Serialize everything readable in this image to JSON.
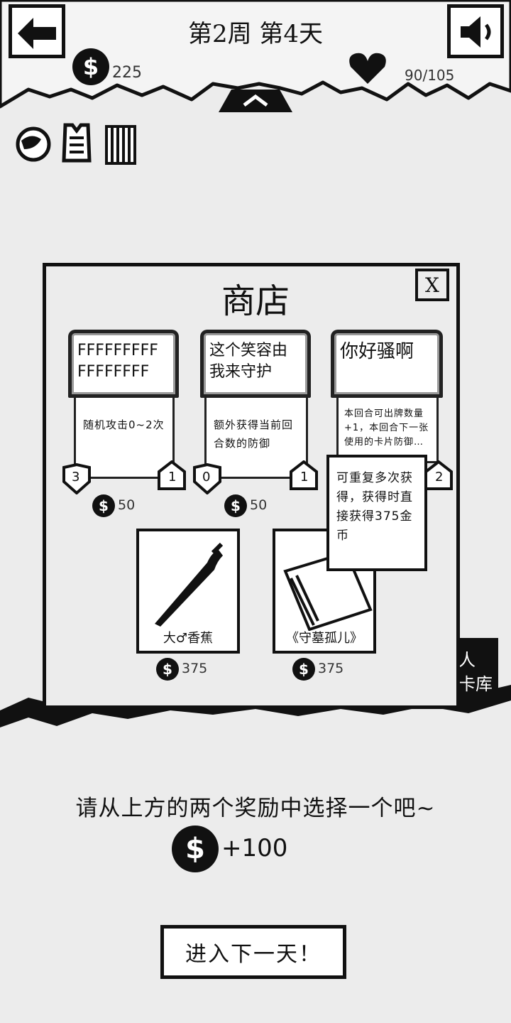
{
  "header": {
    "title": "第2周 第4天"
  },
  "status": {
    "gold": "225",
    "health": "90/105"
  },
  "shop": {
    "title": "商店",
    "close_label": "X",
    "cards": [
      {
        "title": "FFFFFFFFF FFFFFFFF",
        "desc": "随机攻击0~2次",
        "cost": "3",
        "rarity": "1",
        "price": "50"
      },
      {
        "title": "这个笑容由我来守护",
        "desc": "额外获得当前回合数的防御",
        "cost": "0",
        "rarity": "1",
        "price": "50"
      },
      {
        "title": "你好骚啊",
        "desc": "本回合可出牌数量+1，本回合下一张使用的卡片防御…",
        "rarity": "2"
      }
    ],
    "items": [
      {
        "name": "大♂香蕉",
        "price": "375"
      },
      {
        "name": "《守墓孤儿》",
        "price": "375"
      }
    ],
    "tooltip": "可重复多次获得，获得时直接获得375金币",
    "side_tab": "人\n卡库"
  },
  "reward": {
    "prompt": "请从上方的两个奖励中选择一个吧~",
    "gold_bonus": "+100"
  },
  "footer": {
    "next_day_label": "进入下一天！"
  },
  "colors": {
    "background": "#ececec",
    "ink": "#111111",
    "paper": "#ffffff"
  }
}
